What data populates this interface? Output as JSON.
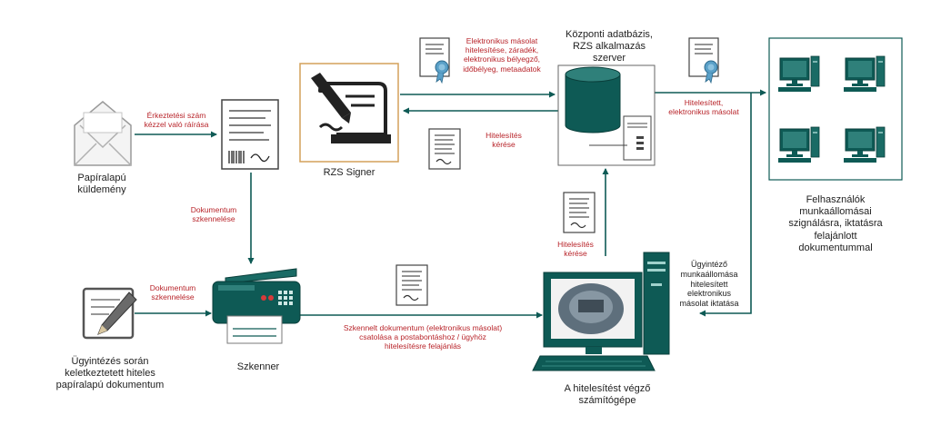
{
  "colors": {
    "teal": "#0e5a55",
    "teal_light": "#2f807a",
    "arrow_label": "#b8242a",
    "text": "#222222",
    "signer_border": "#d4a15a",
    "box_border": "#666666"
  },
  "nodes": {
    "paper_mail": "Papíralapú\nküldemény",
    "case_document": "Ügyintézés során\nkeletkeztetett hiteles\npapíralapú dokumentum",
    "scanner": "Szkenner",
    "signer": "RZS Signer",
    "server": "Központi adatbázis,\nRZS alkalmazás\nszerver",
    "workstation": "A hitelesítést végző\nszámítógépe",
    "users": "Felhasználók\nmunkaállomásai\nszignálásra, iktatásra\nfelajánlott\ndokumentummal"
  },
  "arrows": {
    "reg_number": "Érkeztetési szám\nkézzel való ráírása",
    "scan_1": "Dokumentum\nszkennelése",
    "scan_2": "Dokumentum\nszkennelése",
    "scanned_doc": "Szkennelt dokumentum (elektronikus másolat)\ncsatolása a postabontáshoz / ügyhöz\nhitelesítésre felajánlás",
    "auth_request_1": "Hitelesítés\nkérése",
    "auth_request_2": "Hitelesítés\nkérése",
    "e_copy_auth": "Elektronikus másolat\nhitelesítése, záradék,\nelektronikus bélyegző,\nidőbélyeg, metaadatok",
    "authenticated_copy": "Hitelesített,\nelektronikus másolat",
    "clerk_filing": "Ügyintéző\nmunkaállomása\nhitelesített\nelektronikus\nmásolat iktatása"
  }
}
